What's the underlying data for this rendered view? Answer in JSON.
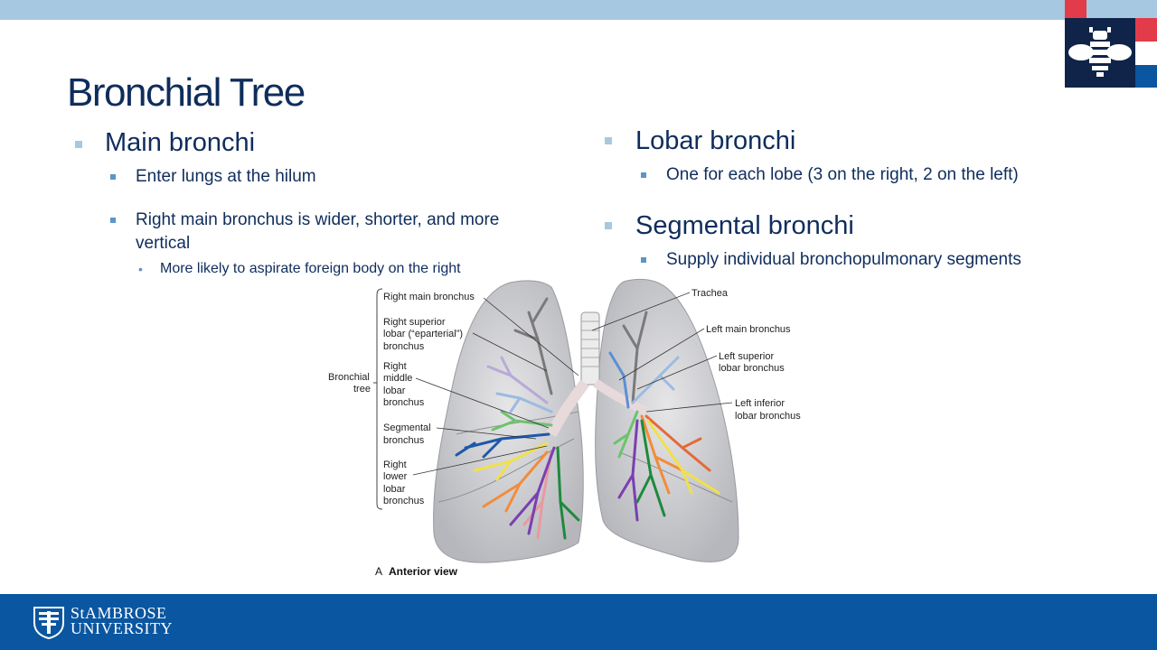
{
  "slide": {
    "title": "Bronchial Tree"
  },
  "left_column": {
    "heading": "Main bronchi",
    "points": [
      "Enter lungs at the hilum",
      "Right main bronchus is wider, shorter, and more",
      "vertical"
    ],
    "sub_point": "More likely to aspirate foreign body on the right"
  },
  "right_column": {
    "heading1": "Lobar bronchi",
    "point1": "One for each lobe (3 on the right, 2 on the left)",
    "heading2": "Segmental bronchi",
    "point2": "Supply individual bronchopulmonary segments"
  },
  "figure": {
    "labels_left": [
      "Right main bronchus",
      "Right superior",
      "lobar (“eparterial”)",
      "bronchus",
      "Right",
      "middle",
      "lobar",
      "bronchus",
      "Segmental",
      "bronchus",
      "Right",
      "lower",
      "lobar",
      "bronchus"
    ],
    "bracket_label": [
      "Bronchial",
      "tree"
    ],
    "labels_right": [
      "Trachea",
      "Left main bronchus",
      "Left superior",
      "lobar bronchus",
      "Left inferior",
      "lobar bronchus"
    ],
    "caption_letter": "A",
    "caption": "Anterior view"
  },
  "footer": {
    "university_line1": "StAMBROSE",
    "university_line2": "UNIVERSITY"
  },
  "colors": {
    "navy_text": "#0f2d5c",
    "light_blue": "#a6c8e0",
    "footer_blue": "#0a56a0",
    "accent_red": "#e23b4a"
  },
  "icons": {
    "corner_logo": "bee-logo-icon",
    "university_logo": "crest-icon"
  }
}
